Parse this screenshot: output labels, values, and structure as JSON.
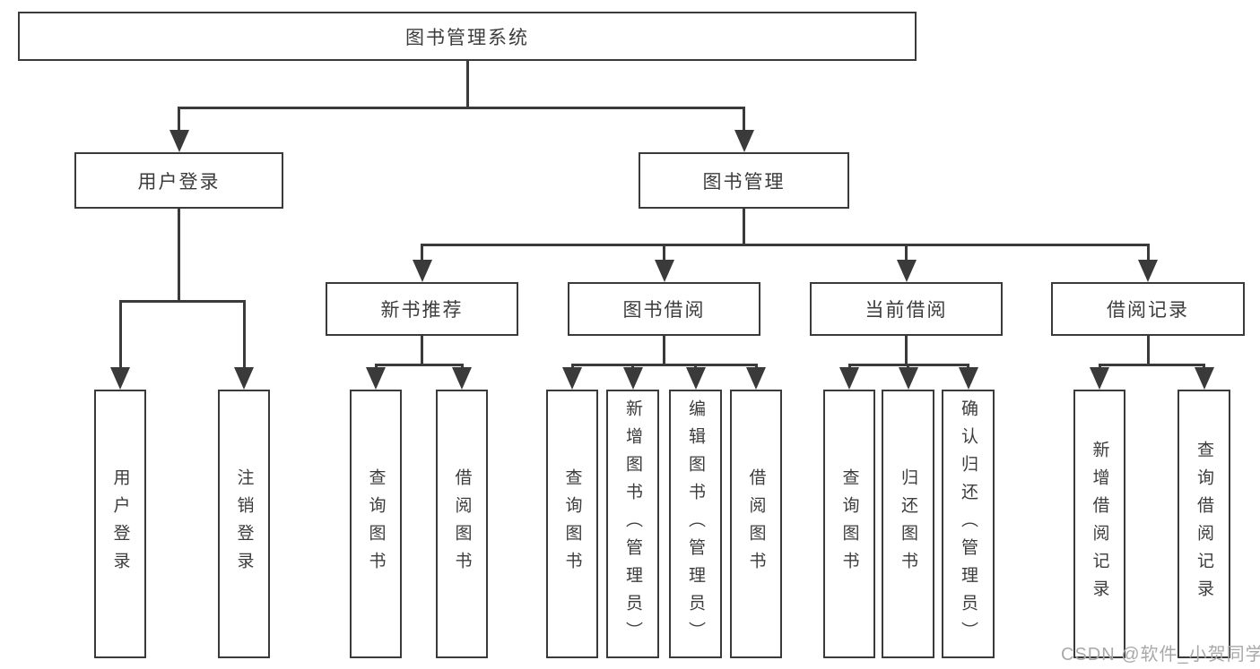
{
  "diagram": {
    "title": "图书管理系统",
    "watermark": "CSDN @软件_小贺同学",
    "colors": {
      "line": "#3a3a3a",
      "box_border": "#3a3a3a",
      "text": "#3c3c3c",
      "background": "#ffffff",
      "watermark": "#a9a9a9"
    },
    "nodes": [
      {
        "id": "library-system",
        "label": "图书管理系统",
        "parent": null
      },
      {
        "id": "user-login",
        "label": "用户登录",
        "parent": "library-system"
      },
      {
        "id": "book-management",
        "label": "图书管理",
        "parent": "library-system"
      },
      {
        "id": "user-login-leaf",
        "label": "用户登录",
        "parent": "user-login"
      },
      {
        "id": "logout",
        "label": "注销登录",
        "parent": "user-login"
      },
      {
        "id": "new-book-recommendation",
        "label": "新书推荐",
        "parent": "book-management"
      },
      {
        "id": "book-borrowing",
        "label": "图书借阅",
        "parent": "book-management"
      },
      {
        "id": "current-borrowing",
        "label": "当前借阅",
        "parent": "book-management"
      },
      {
        "id": "borrowing-records",
        "label": "借阅记录",
        "parent": "book-management"
      },
      {
        "id": "rec-query-books",
        "label": "查询图书",
        "parent": "new-book-recommendation"
      },
      {
        "id": "rec-borrow-books",
        "label": "借阅图书",
        "parent": "new-book-recommendation"
      },
      {
        "id": "bb-query-books",
        "label": "查询图书",
        "parent": "book-borrowing"
      },
      {
        "id": "bb-add-books-admin",
        "label": "新增图书（管理员）",
        "parent": "book-borrowing"
      },
      {
        "id": "bb-edit-books-admin",
        "label": "编辑图书（管理员）",
        "parent": "book-borrowing"
      },
      {
        "id": "bb-borrow-books",
        "label": "借阅图书",
        "parent": "book-borrowing"
      },
      {
        "id": "cb-query-books",
        "label": "查询图书",
        "parent": "current-borrowing"
      },
      {
        "id": "cb-return-books",
        "label": "归还图书",
        "parent": "current-borrowing"
      },
      {
        "id": "cb-confirm-return-admin",
        "label": "确认归还（管理员）",
        "parent": "current-borrowing"
      },
      {
        "id": "br-add-record",
        "label": "新增借阅记录",
        "parent": "borrowing-records"
      },
      {
        "id": "br-query-record",
        "label": "查询借阅记录",
        "parent": "borrowing-records"
      }
    ]
  }
}
